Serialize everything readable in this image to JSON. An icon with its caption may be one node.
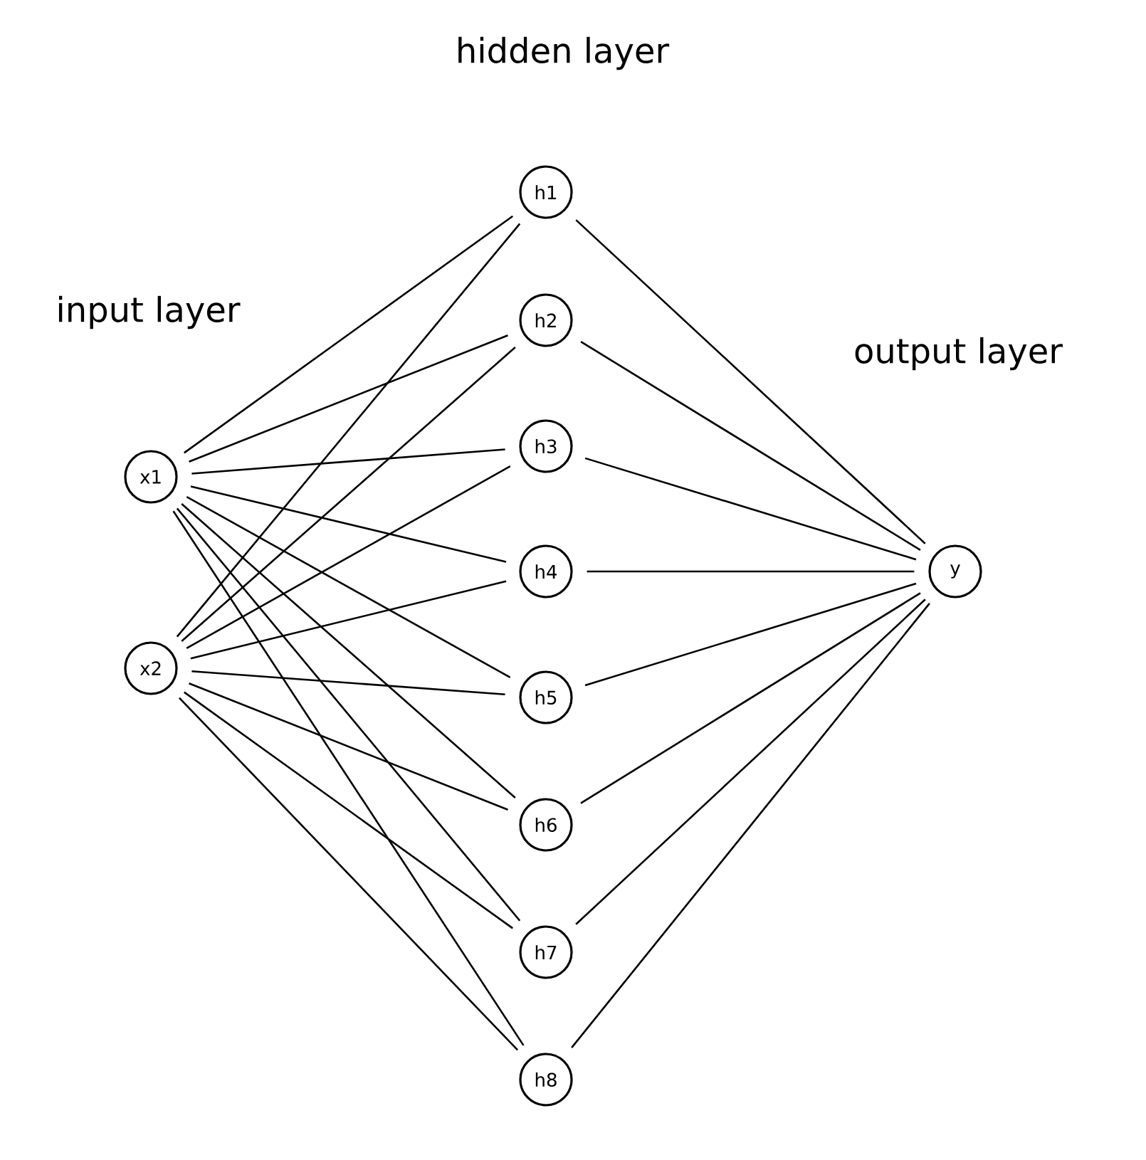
{
  "diagram": {
    "nodes": [
      {
        "text": [
          "x1"
        ]
      },
      {
        "text": [
          "x2"
        ]
      },
      {
        "text": [
          "h1"
        ]
      },
      {
        "text": [
          "h2"
        ]
      },
      {
        "text": [
          "h3"
        ]
      },
      {
        "text": [
          "h4"
        ]
      },
      {
        "text": [
          "h5"
        ]
      },
      {
        "text": [
          "h6"
        ]
      },
      {
        "text": [
          "h7"
        ]
      },
      {
        "text": [
          "h8"
        ]
      },
      {
        "text": [
          "y"
        ]
      }
    ],
    "edges": [
      {
        "from": 0,
        "to": 2,
        "arrow": "none"
      },
      {
        "from": 0,
        "to": 3,
        "arrow": "none"
      },
      {
        "from": 0,
        "to": 4,
        "arrow": "none"
      },
      {
        "from": 0,
        "to": 5,
        "arrow": "none"
      },
      {
        "from": 0,
        "to": 6,
        "arrow": "none"
      },
      {
        "from": 0,
        "to": 7,
        "arrow": "none"
      },
      {
        "from": 0,
        "to": 8,
        "arrow": "none"
      },
      {
        "from": 0,
        "to": 9,
        "arrow": "none"
      },
      {
        "from": 1,
        "to": 2,
        "arrow": "none"
      },
      {
        "from": 1,
        "to": 3,
        "arrow": "none"
      },
      {
        "from": 1,
        "to": 4,
        "arrow": "none"
      },
      {
        "from": 1,
        "to": 5,
        "arrow": "none"
      },
      {
        "from": 1,
        "to": 6,
        "arrow": "none"
      },
      {
        "from": 1,
        "to": 7,
        "arrow": "none"
      },
      {
        "from": 1,
        "to": 8,
        "arrow": "none"
      },
      {
        "from": 1,
        "to": 9,
        "arrow": "none"
      },
      {
        "from": 2,
        "to": 10,
        "arrow": "none"
      },
      {
        "from": 3,
        "to": 10,
        "arrow": "none"
      },
      {
        "from": 4,
        "to": 10,
        "arrow": "none"
      },
      {
        "from": 5,
        "to": 10,
        "arrow": "none"
      },
      {
        "from": 6,
        "to": 10,
        "arrow": "none"
      },
      {
        "from": 7,
        "to": 10,
        "arrow": "none"
      },
      {
        "from": 8,
        "to": 10,
        "arrow": "none"
      },
      {
        "from": 9,
        "to": 10,
        "arrow": "none"
      }
    ],
    "labels": [
      "hidden layer",
      "input layer",
      "output layer"
    ]
  }
}
